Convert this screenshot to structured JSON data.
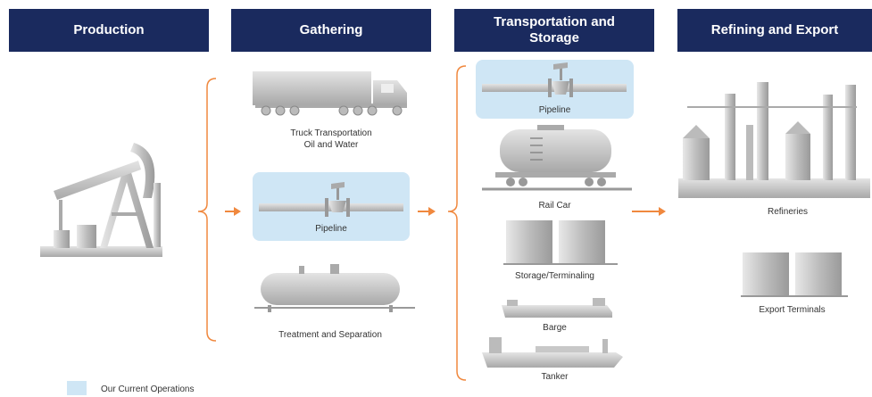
{
  "headers": {
    "production": "Production",
    "gathering": "Gathering",
    "transportation": "Transportation and\nStorage",
    "refining": "Refining and Export"
  },
  "labels": {
    "truck": "Truck Transportation\nOil and Water",
    "gathering_pipeline": "Pipeline",
    "treatment": "Treatment and Separation",
    "transport_pipeline": "Pipeline",
    "rail_car": "Rail Car",
    "storage": "Storage/Terminaling",
    "barge": "Barge",
    "tanker": "Tanker",
    "refineries": "Refineries",
    "export_terminals": "Export Terminals"
  },
  "legend": {
    "current_operations": "Our Current Operations"
  },
  "colors": {
    "header_bg": "#1a2a5e",
    "highlight": "#cfe6f5",
    "arrow": "#f0883e",
    "equipment": "#c4c4c4"
  }
}
